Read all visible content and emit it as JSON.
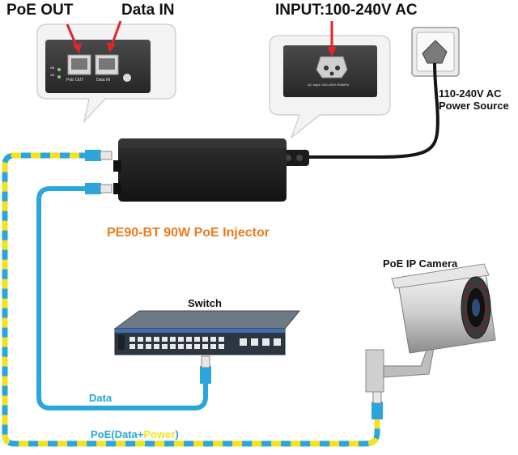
{
  "labels": {
    "poe_out_top": "PoE OUT",
    "data_in_top": "Data IN",
    "input_ac": "INPUT:100-240V AC",
    "power_source_line1": "110-240V AC",
    "power_source_line2": "Power Source",
    "injector": "PE90-BT 90W PoE Injector",
    "camera": "PoE IP Camera",
    "switch": "Switch",
    "data_cable": "Data",
    "poe_cable_prefix": "PoE(Data+",
    "poe_cable_power": "Power",
    "poe_cable_suffix": ")"
  },
  "callout_left": {
    "port1": "PoE OUT",
    "port2": "Data IN",
    "led1": "AB",
    "led2": "AB"
  },
  "callout_right": {
    "ac_text": "AC Input: 100-240V 50/60Hz"
  },
  "colors": {
    "arrow": "#e0262a",
    "orange_title": "#f07a1c",
    "data_cable": "#2aa6dc",
    "poe_cable_blue": "#2aa6dc",
    "poe_cable_yellow": "#f4e21c",
    "power_word": "#f4e21c",
    "injector_body": "#1f1f1f"
  }
}
